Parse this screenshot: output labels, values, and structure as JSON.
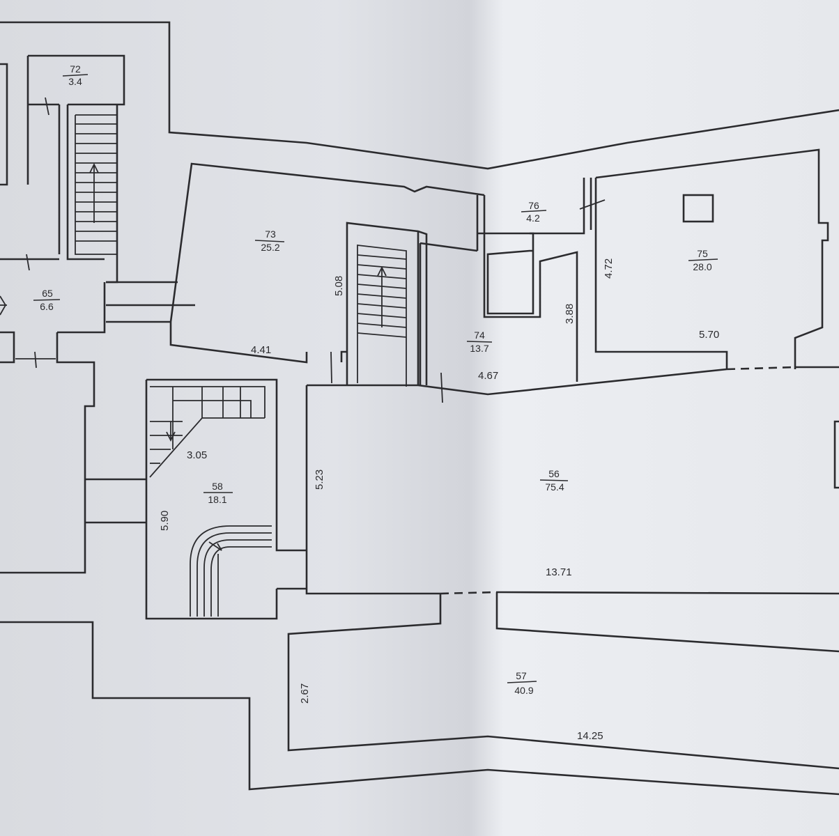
{
  "rooms": [
    {
      "id": "room-72",
      "number": "72",
      "area": "3.4"
    },
    {
      "id": "room-65",
      "number": "65",
      "area": "6.6"
    },
    {
      "id": "room-73",
      "number": "73",
      "area": "25.2"
    },
    {
      "id": "room-76",
      "number": "76",
      "area": "4.2"
    },
    {
      "id": "room-75",
      "number": "75",
      "area": "28.0"
    },
    {
      "id": "room-74",
      "number": "74",
      "area": "13.7"
    },
    {
      "id": "room-58",
      "number": "58",
      "area": "18.1"
    },
    {
      "id": "room-56",
      "number": "56",
      "area": "75.4"
    },
    {
      "id": "room-57",
      "number": "57",
      "area": "40.9"
    }
  ],
  "dimensions": [
    {
      "id": "dim-5-08",
      "value": "5.08"
    },
    {
      "id": "dim-4-41",
      "value": "4.41"
    },
    {
      "id": "dim-4-72",
      "value": "4.72"
    },
    {
      "id": "dim-5-70",
      "value": "5.70"
    },
    {
      "id": "dim-3-88",
      "value": "3.88"
    },
    {
      "id": "dim-4-67",
      "value": "4.67"
    },
    {
      "id": "dim-3-05",
      "value": "3.05"
    },
    {
      "id": "dim-5-90",
      "value": "5.90"
    },
    {
      "id": "dim-5-23",
      "value": "5.23"
    },
    {
      "id": "dim-13-71",
      "value": "13.71"
    },
    {
      "id": "dim-2-67",
      "value": "2.67"
    },
    {
      "id": "dim-14-25",
      "value": "14.25"
    }
  ]
}
